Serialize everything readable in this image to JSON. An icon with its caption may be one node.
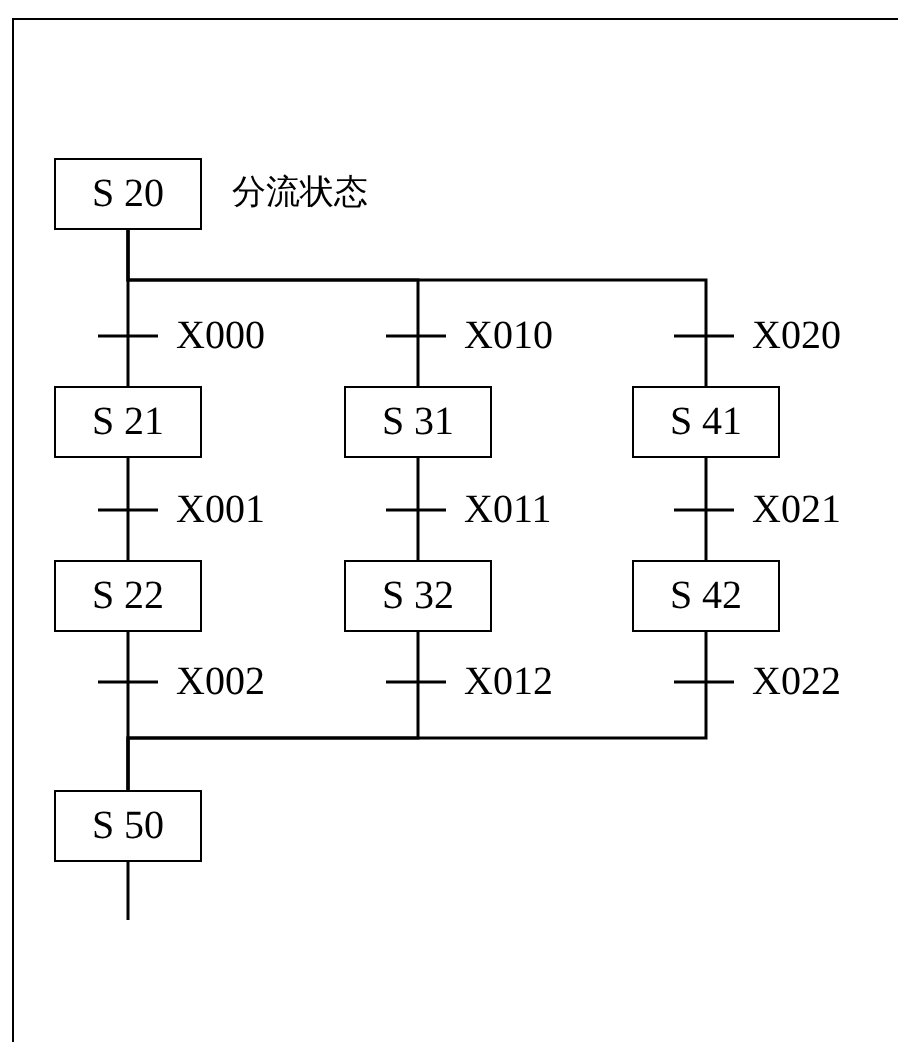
{
  "diagram": {
    "nodes": [
      {
        "text": [
          "S 20"
        ],
        "beside": [
          "分流状态"
        ]
      },
      {
        "text": [
          "S 21"
        ]
      },
      {
        "text": [
          "S 31"
        ]
      },
      {
        "text": [
          "S 41"
        ]
      },
      {
        "text": [
          "S 22"
        ]
      },
      {
        "text": [
          "S 32"
        ]
      },
      {
        "text": [
          "S 42"
        ]
      },
      {
        "text": [
          "S 50"
        ]
      }
    ],
    "edges": [
      {
        "from": 0,
        "to": 1,
        "arrow": "none",
        "label": "X000"
      },
      {
        "from": 0,
        "to": 2,
        "arrow": "none",
        "label": "X010"
      },
      {
        "from": 0,
        "to": 3,
        "arrow": "none",
        "label": "X020"
      },
      {
        "from": 1,
        "to": 4,
        "arrow": "none",
        "label": "X001"
      },
      {
        "from": 2,
        "to": 5,
        "arrow": "none",
        "label": "X011"
      },
      {
        "from": 3,
        "to": 6,
        "arrow": "none",
        "label": "X021"
      },
      {
        "from": 4,
        "to": 7,
        "arrow": "none",
        "label": "X002"
      },
      {
        "from": 5,
        "to": 7,
        "arrow": "none",
        "label": "X012"
      },
      {
        "from": 6,
        "to": 7,
        "arrow": "none",
        "label": "X022"
      },
      {
        "from": 7,
        "to": null,
        "arrow": "none"
      }
    ]
  }
}
